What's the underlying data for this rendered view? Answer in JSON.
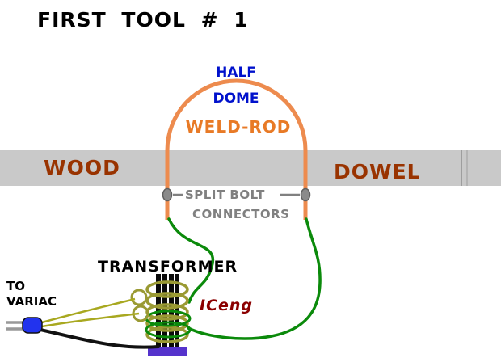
{
  "title": "FIRST TOOL # 1",
  "dome_labels": {
    "half": "HALF",
    "dome": "DOME",
    "weld_rod": "WELD-ROD"
  },
  "dowel_bar": {
    "left_label": "WOOD",
    "right_label": "DOWEL"
  },
  "split_bolt": {
    "line1": "SPLIT BOLT",
    "line2": "CONNECTORS"
  },
  "transformer_label": "TRANSFORMER",
  "variac": {
    "line1": "TO",
    "line2": "VARIAC"
  },
  "signature": "ICeng",
  "colors": {
    "weld_rod_arch": "#ED8B4E",
    "weld_rod_text": "#E87A26",
    "blue_label": "#0011CC",
    "wood_text": "#993300",
    "bar_gray": "#C9C9C9",
    "bar_seam": "#9E9E9E",
    "connector_gray": "#8A8A8A",
    "connector_edge": "#5F5F5F",
    "label_gray": "#808080",
    "wire_green": "#0B8A0B",
    "coil_olive": "#9A9A33",
    "feed_olive": "#A8A820",
    "wire_black": "#111111",
    "base_purple": "#5533CC",
    "plug_blue": "#2233EE",
    "prong_gray": "#999999",
    "signature_red": "#8B0000"
  }
}
